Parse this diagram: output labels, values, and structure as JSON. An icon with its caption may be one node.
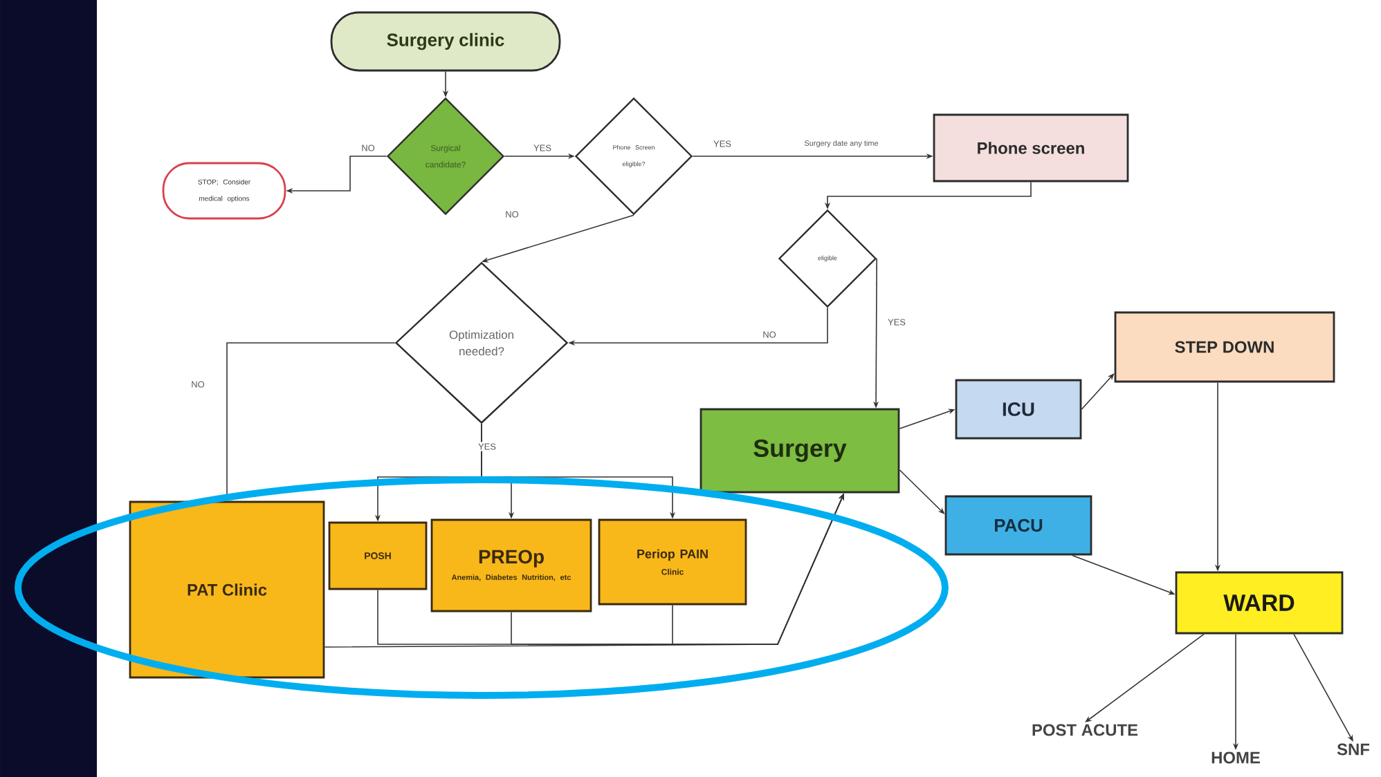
{
  "diagram": {
    "nodes": [
      {
        "text": [
          "Surgery clinic"
        ]
      },
      {
        "text": [
          "Surgical candidate?"
        ]
      },
      {
        "text": [
          "Phone Screen eligible?"
        ]
      },
      {
        "text": [
          "STOP; Consider medical options"
        ]
      },
      {
        "text": [
          "Phone screen"
        ]
      },
      {
        "text": [
          "eligible"
        ]
      },
      {
        "text": [
          "Optimization needed?"
        ]
      },
      {
        "text": [
          "Surgery"
        ]
      },
      {
        "text": [
          "ICU"
        ]
      },
      {
        "text": [
          "STEP DOWN"
        ]
      },
      {
        "text": [
          "PACU"
        ]
      },
      {
        "text": [
          "WARD"
        ]
      },
      {
        "text": [
          "POST ACUTE"
        ]
      },
      {
        "text": [
          "HOME"
        ]
      },
      {
        "text": [
          "SNF"
        ]
      },
      {
        "text": [
          "PAT Clinic"
        ]
      },
      {
        "text": [
          "POSH"
        ]
      },
      {
        "text": [
          "PREOp",
          "Anemia, Diabetes Nutrition, etc"
        ]
      },
      {
        "text": [
          "Periop PAIN",
          "Clinic"
        ]
      }
    ],
    "edges": [
      {
        "from": 0,
        "to": 1,
        "arrow": "to"
      },
      {
        "from": 1,
        "to": 3,
        "arrow": "to",
        "label": "NO"
      },
      {
        "from": 1,
        "to": 2,
        "arrow": "to",
        "label": "YES"
      },
      {
        "from": 2,
        "to": 4,
        "arrow": "to",
        "label": "YES"
      },
      {
        "from": 2,
        "to": 6,
        "arrow": "to",
        "label": "NO"
      },
      {
        "from": 4,
        "to": 5,
        "arrow": "to"
      },
      {
        "from": 5,
        "to": 6,
        "arrow": "to",
        "label": "NO"
      },
      {
        "from": 5,
        "to": 7,
        "arrow": "to",
        "label": "YES"
      },
      {
        "from": 6,
        "to": 15,
        "arrow": "to",
        "label": "NO"
      },
      {
        "from": 6,
        "to": 16,
        "arrow": "to"
      },
      {
        "from": 6,
        "to": 17,
        "arrow": "to",
        "label": "YES"
      },
      {
        "from": 6,
        "to": 18,
        "arrow": "to"
      },
      {
        "from": 15,
        "to": 7,
        "arrow": "to"
      },
      {
        "from": 16,
        "to": 7,
        "arrow": "to"
      },
      {
        "from": 17,
        "to": 7,
        "arrow": "to"
      },
      {
        "from": 18,
        "to": 7,
        "arrow": "to"
      },
      {
        "from": 7,
        "to": 8,
        "arrow": "to"
      },
      {
        "from": 8,
        "to": 9,
        "arrow": "to"
      },
      {
        "from": 7,
        "to": 10,
        "arrow": "to"
      },
      {
        "from": 10,
        "to": 11,
        "arrow": "to"
      },
      {
        "from": 9,
        "to": 11,
        "arrow": "to"
      },
      {
        "from": 11,
        "to": 12,
        "arrow": "to"
      },
      {
        "from": 11,
        "to": 13,
        "arrow": "to"
      },
      {
        "from": 11,
        "to": 14,
        "arrow": "to"
      }
    ],
    "labels": [
      "Surgery date any time"
    ]
  }
}
